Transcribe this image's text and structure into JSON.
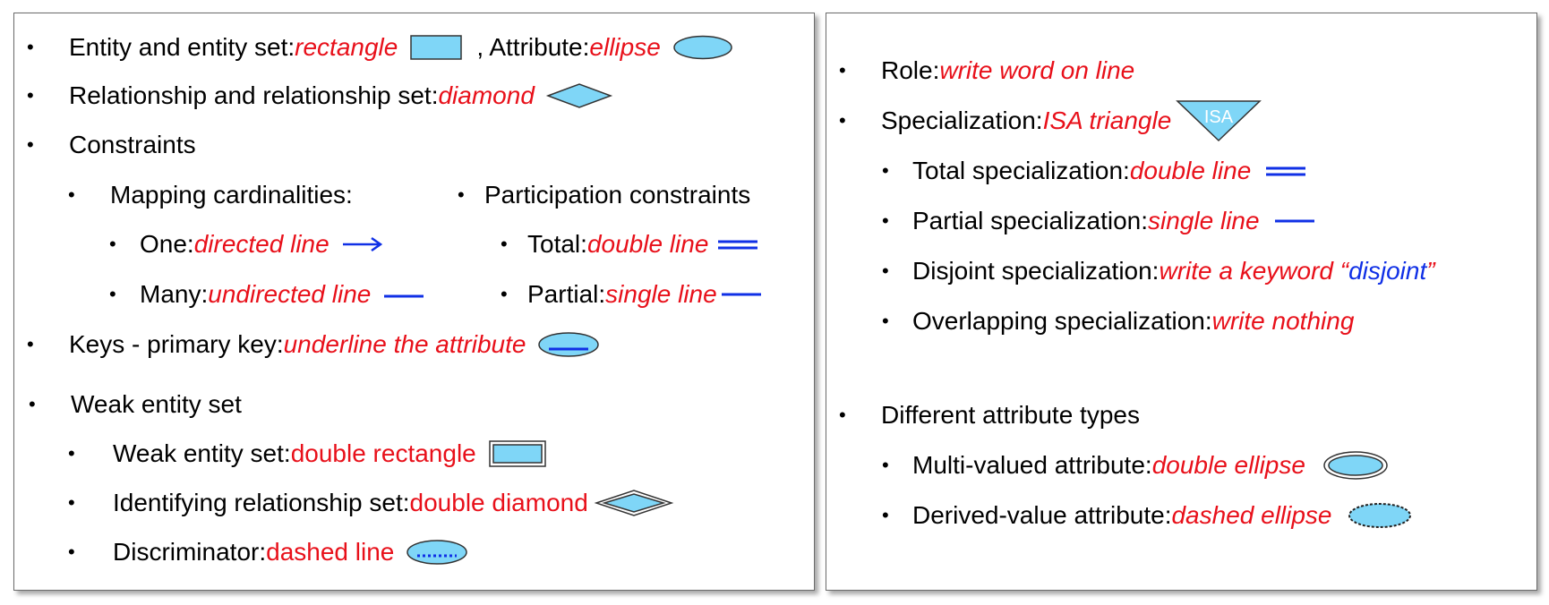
{
  "colors": {
    "shape_fill": "#7fd6f7",
    "accent_red": "#e8101a",
    "accent_blue": "#1030e6",
    "border": "#6b6b6b"
  },
  "left": {
    "entity": {
      "label": "Entity and entity set: ",
      "shape": "rectangle",
      "attr_label": ", Attribute: ",
      "attr_shape": "ellipse",
      "icons": [
        "rectangle-icon",
        "ellipse-icon"
      ]
    },
    "relationship": {
      "label": "Relationship and relationship set: ",
      "shape": "diamond",
      "icon": "diamond-icon"
    },
    "constraints": {
      "label": "Constraints"
    },
    "mapping": {
      "label": "Mapping cardinalities:"
    },
    "participation": {
      "label": "Participation constraints"
    },
    "one": {
      "label": "One: ",
      "value": "directed line",
      "icon": "arrow-icon"
    },
    "many": {
      "label": "Many: ",
      "value": "undirected line",
      "icon": "line-icon"
    },
    "total": {
      "label": "Total: ",
      "value": "double line",
      "icon": "double-line-icon"
    },
    "partial": {
      "label": "Partial: ",
      "value": "single line",
      "icon": "line-icon"
    },
    "keys": {
      "label": "Keys - primary key: ",
      "value": "underline the attribute",
      "icon": "underlined-ellipse-icon"
    },
    "weak": {
      "label": "Weak entity set"
    },
    "weak_entity": {
      "label": "Weak entity set: ",
      "value": "double rectangle",
      "icon": "double-rectangle-icon"
    },
    "identifying": {
      "label": "Identifying relationship set: ",
      "value": "double diamond",
      "icon": "double-diamond-icon"
    },
    "discriminator": {
      "label": "Discriminator: ",
      "value": "dashed line",
      "icon": "dashed-underline-ellipse-icon"
    }
  },
  "right": {
    "role": {
      "label": "Role: ",
      "value": "write word on line"
    },
    "specialization": {
      "label": "Specialization: ",
      "value": "ISA triangle",
      "triangle_text": "ISA",
      "icon": "triangle-icon"
    },
    "total_spec": {
      "label": "Total specialization: ",
      "value": "double line",
      "icon": "double-line-icon"
    },
    "partial_spec": {
      "label": "Partial specialization: ",
      "value": "single line",
      "icon": "line-icon"
    },
    "disjoint": {
      "label": "Disjoint specialization: ",
      "value": "write a keyword “",
      "keyword": "disjoint",
      "close": "”"
    },
    "overlapping": {
      "label": "Overlapping specialization: ",
      "value": "write nothing"
    },
    "attr_types": {
      "label": "Different attribute types"
    },
    "multivalued": {
      "label": "Multi-valued attribute: ",
      "value": "double ellipse",
      "icon": "double-ellipse-icon"
    },
    "derived": {
      "label": "Derived-value attribute: ",
      "value": "dashed ellipse",
      "icon": "dashed-ellipse-icon"
    }
  }
}
